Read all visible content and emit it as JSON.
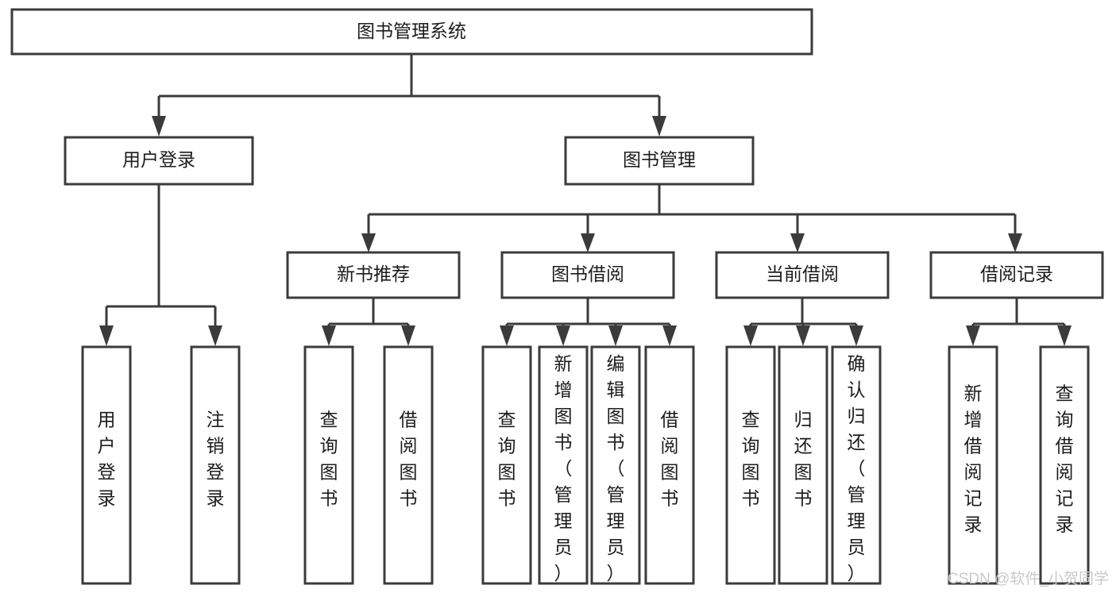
{
  "diagram": {
    "type": "tree-hierarchy",
    "title": "图书管理系统",
    "orientation": "top-down",
    "colors": {
      "box_stroke": "#3b3b3b",
      "box_fill": "#ffffff",
      "text": "#1c1c1c",
      "connector": "#3b3b3b",
      "background": "#ffffff",
      "watermark": "#c9c9c9"
    },
    "levels": [
      {
        "level": 1,
        "nodes": [
          {
            "id": "root",
            "label": "图书管理系统",
            "text_orientation": "horizontal"
          }
        ]
      },
      {
        "level": 2,
        "nodes": [
          {
            "id": "user-login",
            "label": "用户登录",
            "text_orientation": "horizontal",
            "parent": "root"
          },
          {
            "id": "book-manage",
            "label": "图书管理",
            "text_orientation": "horizontal",
            "parent": "root"
          }
        ]
      },
      {
        "level": 3,
        "nodes": [
          {
            "id": "new-book-rec",
            "label": "新书推荐",
            "text_orientation": "horizontal",
            "parent": "book-manage"
          },
          {
            "id": "book-borrow",
            "label": "图书借阅",
            "text_orientation": "horizontal",
            "parent": "book-manage"
          },
          {
            "id": "current-borrow",
            "label": "当前借阅",
            "text_orientation": "horizontal",
            "parent": "book-manage"
          },
          {
            "id": "borrow-record",
            "label": "借阅记录",
            "text_orientation": "horizontal",
            "parent": "book-manage"
          }
        ]
      },
      {
        "level": 4,
        "nodes": [
          {
            "id": "leaf-user-login",
            "label": "用户登录",
            "text_orientation": "vertical",
            "parent": "user-login"
          },
          {
            "id": "leaf-logout-login",
            "label": "注销登录",
            "text_orientation": "vertical",
            "parent": "user-login"
          },
          {
            "id": "leaf-query-book-1",
            "label": "查询图书",
            "text_orientation": "vertical",
            "parent": "new-book-rec"
          },
          {
            "id": "leaf-borrow-book-1",
            "label": "借阅图书",
            "text_orientation": "vertical",
            "parent": "new-book-rec"
          },
          {
            "id": "leaf-query-book-2",
            "label": "查询图书",
            "text_orientation": "vertical",
            "parent": "book-borrow"
          },
          {
            "id": "leaf-add-book",
            "label": "新增图书（管理员）",
            "text_orientation": "vertical",
            "parent": "book-borrow"
          },
          {
            "id": "leaf-edit-book",
            "label": "编辑图书（管理员）",
            "text_orientation": "vertical",
            "parent": "book-borrow"
          },
          {
            "id": "leaf-borrow-book-2",
            "label": "借阅图书",
            "text_orientation": "vertical",
            "parent": "book-borrow"
          },
          {
            "id": "leaf-query-book-3",
            "label": "查询图书",
            "text_orientation": "vertical",
            "parent": "current-borrow"
          },
          {
            "id": "leaf-return-book",
            "label": "归还图书",
            "text_orientation": "vertical",
            "parent": "current-borrow"
          },
          {
            "id": "leaf-confirm-return",
            "label": "确认归还（管理员）",
            "text_orientation": "vertical",
            "parent": "current-borrow"
          },
          {
            "id": "leaf-add-record",
            "label": "新增借阅记录",
            "text_orientation": "vertical",
            "parent": "borrow-record"
          },
          {
            "id": "leaf-query-record",
            "label": "查询借阅记录",
            "text_orientation": "vertical",
            "parent": "borrow-record"
          }
        ]
      }
    ]
  },
  "watermark": {
    "label": "CSDN @软件_小贺同学"
  }
}
